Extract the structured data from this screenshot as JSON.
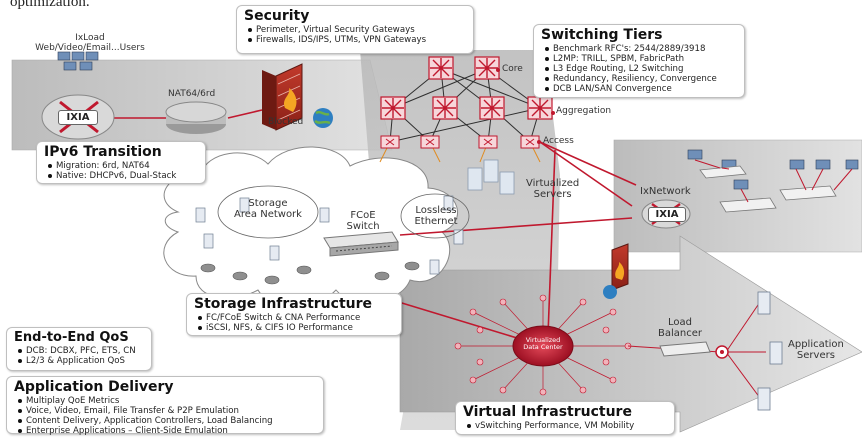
{
  "top_text": "optimization.",
  "ixload": {
    "line1": "IxLoad",
    "line2": "Web/Video/Email...Users"
  },
  "nat_label": "NAT64/6rd",
  "blocked_label": "Blocked",
  "ixia_logo": "IXIA",
  "security": {
    "title": "Security",
    "items": [
      "Perimeter, Virtual Security Gateways",
      "Firewalls, IDS/IPS, UTMs, VPN Gateways"
    ]
  },
  "switching": {
    "title": "Switching Tiers",
    "items": [
      "Benchmark RFC's: 2544/2889/3918",
      "L2MP: TRILL, SPBM, FabricPath",
      "L3 Edge Routing, L2 Switching",
      "Redundancy, Resiliency, Convergence",
      "DCB LAN/SAN Convergence"
    ]
  },
  "tiers": {
    "core": "Core",
    "aggregation": "Aggregation",
    "access": "Access"
  },
  "ipv6": {
    "title": "IPv6 Transition",
    "items": [
      "Migration: 6rd, NAT64",
      "Native: DHCPv6, Dual-Stack"
    ]
  },
  "virtualized_servers": [
    "Virtualized",
    "Servers"
  ],
  "ixnetwork": "IxNetwork",
  "san": [
    "Storage",
    "Area Network"
  ],
  "fcoe": [
    "FCoE",
    "Switch"
  ],
  "lossless": [
    "Lossless",
    "Ethernet"
  ],
  "storage": {
    "title": "Storage Infrastructure",
    "items": [
      "FC/FCoE Switch & CNA Performance",
      "iSCSI, NFS, & CIFS IO Performance"
    ]
  },
  "qos": {
    "title": "End-to-End QoS",
    "items": [
      "DCB: DCBX, PFC, ETS, CN",
      "L2/3 & Application QoS"
    ]
  },
  "appdelivery": {
    "title": "Application Delivery",
    "items": [
      "Multiplay QoE Metrics",
      "Voice, Video, Email, File Transfer & P2P Emulation",
      "Content Delivery, Application Controllers, Load Balancing",
      "Enterprise Applications – Client-Side Emulation"
    ]
  },
  "vdc": [
    "Virtualized",
    "Data Center"
  ],
  "load_balancer": [
    "Load",
    "Balancer"
  ],
  "app_servers": [
    "Application",
    "Servers"
  ],
  "virtual": {
    "title": "Virtual Infrastructure",
    "items": [
      "vSwitching Performance, VM Mobility"
    ]
  },
  "colors": {
    "link_red": "#c0182e",
    "panel_gray": "#cfcfcf",
    "switch_red": "#d8233b"
  }
}
